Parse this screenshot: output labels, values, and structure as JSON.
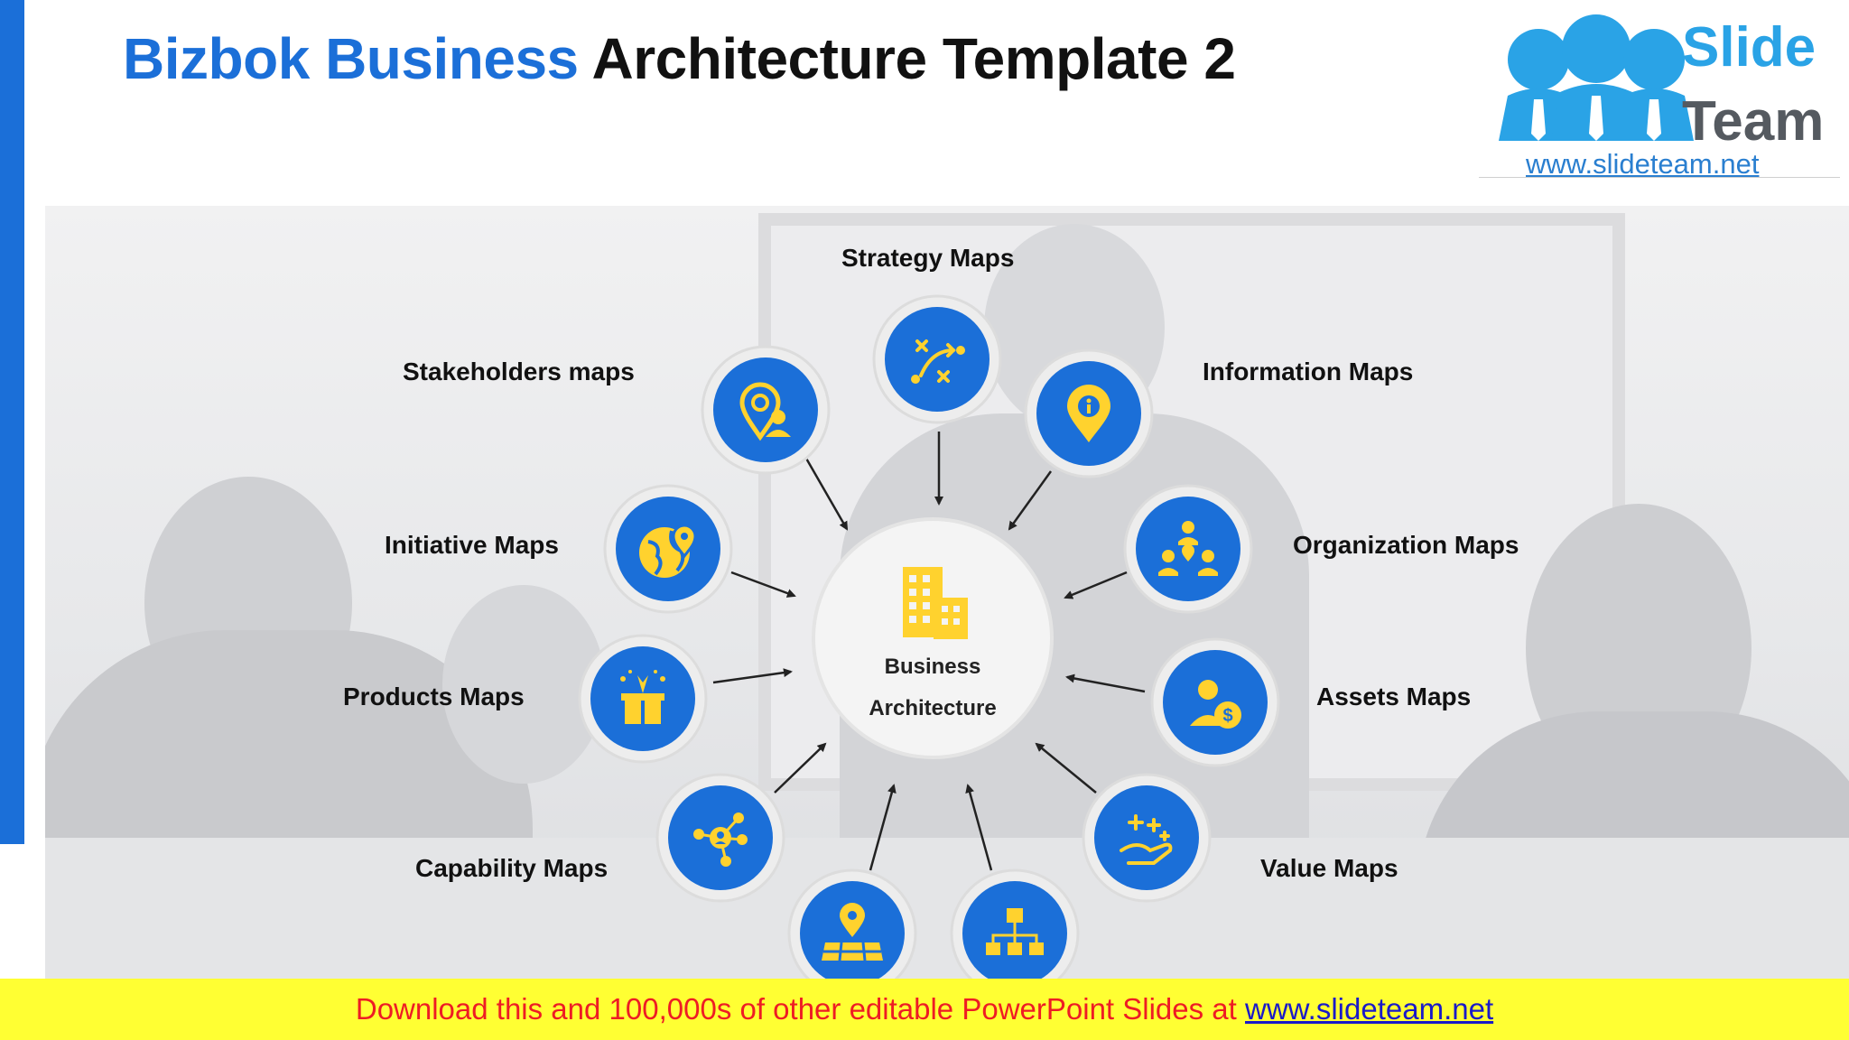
{
  "title": {
    "part1": "Bizbok Business",
    "part2": "Architecture Template 2"
  },
  "logo": {
    "word1": "Slide",
    "word2": "Team",
    "url": "www.slideteam.net"
  },
  "center": {
    "line1": "Business",
    "line2": "Architecture",
    "icon": "buildings-icon"
  },
  "nodes": [
    {
      "label": "Strategy Maps",
      "icon": "strategy-play-icon"
    },
    {
      "label": "Information Maps",
      "icon": "info-pin-icon"
    },
    {
      "label": "Organization Maps",
      "icon": "org-people-icon"
    },
    {
      "label": "Assets Maps",
      "icon": "person-dollar-icon"
    },
    {
      "label": "Value Maps",
      "icon": "hand-sparkle-icon"
    },
    {
      "label": "Capability Maps",
      "icon": "network-person-icon"
    },
    {
      "label": "Products Maps",
      "icon": "gift-box-icon"
    },
    {
      "label": "Initiative Maps",
      "icon": "globe-pin-icon"
    },
    {
      "label": "Stakeholders maps",
      "icon": "pin-person-icon"
    },
    {
      "label": "",
      "icon": "map-pin-grid-icon"
    },
    {
      "label": "",
      "icon": "hierarchy-icon"
    }
  ],
  "colors": {
    "accent_blue": "#1b6fd8",
    "icon_yellow": "#ffd22e",
    "footer_bg": "#ffff33",
    "footer_text": "#ee1c24"
  },
  "footer": {
    "text": "Download this and 100,000s of other editable PowerPoint Slides at ",
    "link": "www.slideteam.net"
  }
}
